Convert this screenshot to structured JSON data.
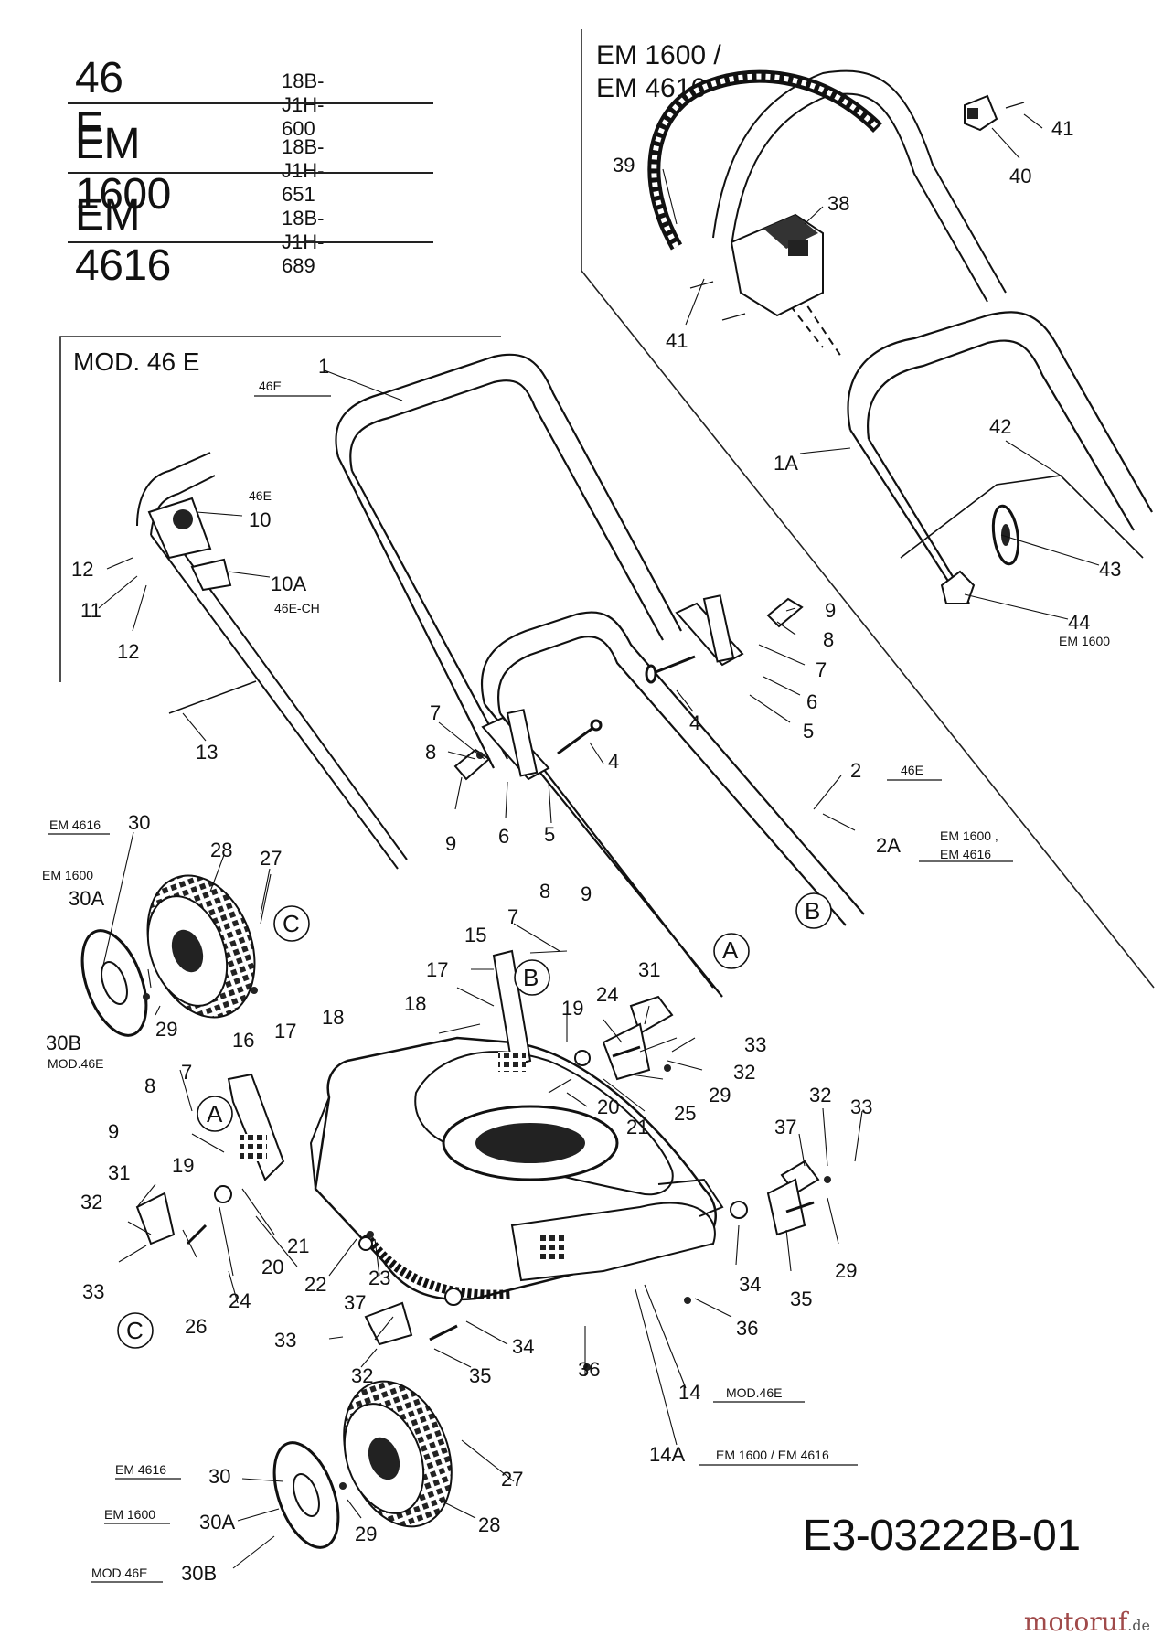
{
  "models": [
    {
      "model": "46 E",
      "code": "18B-J1H-600"
    },
    {
      "model": "EM 1600",
      "code": "18B-J1H-651"
    },
    {
      "model": "EM 4616",
      "code": "18B-J1H-689"
    }
  ],
  "inset_right_title_1": "EM 1600 /",
  "inset_right_title_2": "EM 4616",
  "inset_left_title": "MOD. 46 E",
  "reference": "E3-03222B-01",
  "brand": "motoruf",
  "brand_suffix": ".de",
  "labels": {
    "p1": "1",
    "p46e_1": "46E",
    "p1A": "1A",
    "p2": "2",
    "p46e_2": "46E",
    "p2A": "2A",
    "em1600_2a": "EM 1600 ,",
    "em4616_2a": "EM 4616",
    "p4a": "4",
    "p4b": "4",
    "p5a": "5",
    "p5b": "5",
    "p6a": "6",
    "p6b": "6",
    "p7a": "7",
    "p7b": "7",
    "p7c": "7",
    "p7d": "7",
    "p8a": "8",
    "p8b": "8",
    "p8c": "8",
    "p8d": "8",
    "p9a": "9",
    "p9b": "9",
    "p9c": "9",
    "p9d": "9",
    "p10": "10",
    "p46e_10": "46E",
    "p10A": "10A",
    "p46ech": "46E-CH",
    "p11": "11",
    "p12a": "12",
    "p12b": "12",
    "p13": "13",
    "p14": "14",
    "mod46e_14": "MOD.46E",
    "p14A": "14A",
    "em_14a": "EM 1600 / EM 4616",
    "p15": "15",
    "p16": "16",
    "p17a": "17",
    "p17b": "17",
    "p18a": "18",
    "p18b": "18",
    "p19a": "19",
    "p19b": "19",
    "p20a": "20",
    "p20b": "20",
    "p21a": "21",
    "p21b": "21",
    "p22": "22",
    "p23": "23",
    "p24a": "24",
    "p24b": "24",
    "p25": "25",
    "p26": "26",
    "p27a": "27",
    "p27b": "27",
    "p28a": "28",
    "p28b": "28",
    "p29a": "29",
    "p29b": "29",
    "p29c": "29",
    "p29d": "29",
    "p30a": "30",
    "em4616_30a": "EM 4616",
    "p30Aa": "30A",
    "em1600_30a": "EM 1600",
    "p30Ba": "30B",
    "mod46e_30b": "MOD.46E",
    "p30b": "30",
    "em4616_30b": "EM 4616",
    "p30Ab": "30A",
    "em1600_30b": "EM 1600",
    "p30Bb": "30B",
    "mod46e_30b2": "MOD.46E",
    "p31a": "31",
    "p31b": "31",
    "p32a": "32",
    "p32b": "32",
    "p32c": "32",
    "p32d": "32",
    "p33a": "33",
    "p33b": "33",
    "p33c": "33",
    "p33d": "33",
    "p34a": "34",
    "p34b": "34",
    "p35a": "35",
    "p35b": "35",
    "p36a": "36",
    "p36b": "36",
    "p37a": "37",
    "p37b": "37",
    "p38": "38",
    "p39": "39",
    "p40": "40",
    "p41a": "41",
    "p41b": "41",
    "p42": "42",
    "p43": "43",
    "p44": "44",
    "em1600_44": "EM 1600",
    "cA1": "A",
    "cA2": "A",
    "cB1": "B",
    "cB2": "B",
    "cC1": "C",
    "cC2": "C"
  }
}
